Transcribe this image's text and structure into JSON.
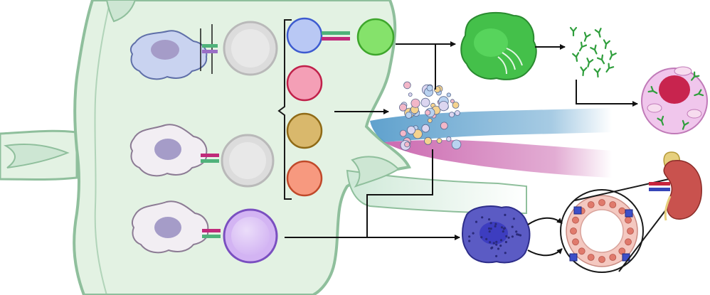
{
  "colors": {
    "node_fill": "#e3f2e3",
    "node_border": "#8fbf9c",
    "node_inner": "#cde6d3",
    "arrow": "#111111",
    "apc_1": "#c9d3f0",
    "apc_2": "#f2eef3",
    "apc_3": "#f2eef3",
    "apc_nucleus": "#a59cc8",
    "naive_t_cell": "#dcdcdc",
    "th1": "#b9c8f4",
    "th2": "#f49fb6",
    "th17": "#d9b86c",
    "treg": "#f7997f",
    "cd8_t_cell": "#d3b4f3",
    "b_cell": "#85e26b",
    "plasma_cell": "#44c04a",
    "antibody": "#2f9e3c",
    "cytokine_particles": [
      "#f5d38e",
      "#b9d2f0",
      "#f3b7c8",
      "#dcd6f0"
    ],
    "blood_vessel_blue": "#4e97c8",
    "blood_vessel_pink": "#c65aa8",
    "lymph_vessel": "#cfe9d8",
    "target_cell_membrane": "#f0c6ec",
    "target_cell_nucleus": "#c8244e",
    "macrophage": "#5b5bc4",
    "kidney": "#c9524e",
    "adrenal": "#e6d07e",
    "kidney_vessel_red": "#c8243c",
    "kidney_vessel_blue": "#3646b8",
    "tubule_wall": "#f4c8c0"
  },
  "icons": [
    "lymph-node-shape",
    "antigen-presenting-cell",
    "tcr-mhc-complex",
    "naive-t-cell",
    "t-helper-subset",
    "b-cell",
    "plasma-cell",
    "antibody",
    "cytokine-cloud",
    "blood-vessel",
    "infected-target-cell",
    "macrophage",
    "renal-tubule-cross-section",
    "kidney"
  ]
}
